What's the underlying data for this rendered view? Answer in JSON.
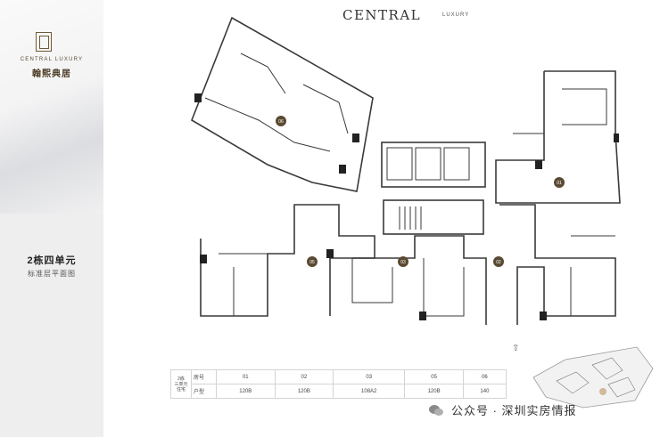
{
  "brand": {
    "name": "CENTRAL",
    "sub": "LUXURY"
  },
  "logo": {
    "english": "CENTRAL LUXURY",
    "chinese": "翰熙典居"
  },
  "unit": {
    "title": "2栋四单元",
    "subtitle": "标准层平面图"
  },
  "rooms": [
    "06",
    "01",
    "05",
    "03",
    "02"
  ],
  "table": {
    "row_header": [
      "2栋",
      "三单元",
      "住宅"
    ],
    "row1_label": "房号",
    "row2_label": "户型",
    "units": [
      "01",
      "02",
      "03",
      "05",
      "06"
    ],
    "types": [
      "120B",
      "120B",
      "108A2",
      "120B",
      "140"
    ]
  },
  "watermark": {
    "text": "公众号 · 深圳实房情报",
    "icon": "wechat-icon"
  },
  "compass_icon": "north-arrow-icon",
  "colors": {
    "wall": "#3a3a3a",
    "accent": "#5a4a32",
    "marker": "#5a4a32"
  }
}
